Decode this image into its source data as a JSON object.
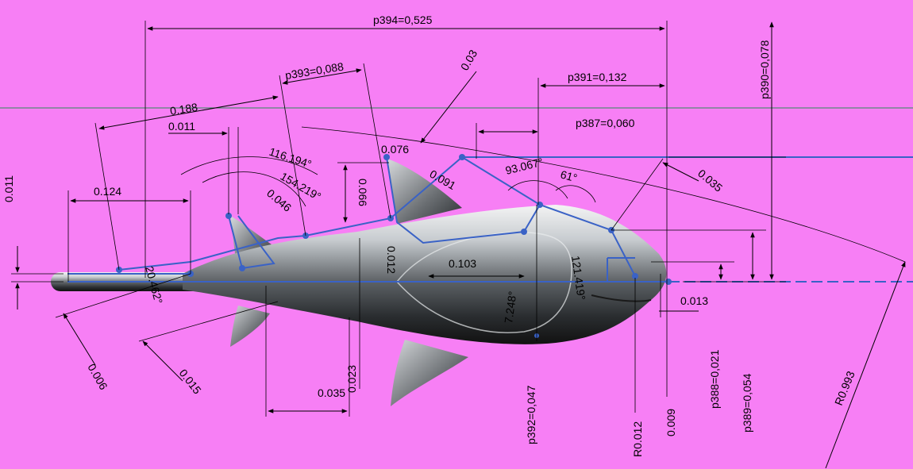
{
  "background_color": "#f77ff5",
  "sketch_color": "#3a62c6",
  "dimensions": {
    "p394": "p394=0,525",
    "p393": "p393=0,088",
    "p391": "p391=0,132",
    "p390": "p390=0,078",
    "p387": "p387=0,060",
    "p388": "p388=0,021",
    "p389": "p389=0,054",
    "p392": "p392=0,047",
    "d_0188": "0.188",
    "d_0011_top": "0.011",
    "d_0011_left": "0.011",
    "d_0124": "0.124",
    "d_003": "0.03",
    "d_0076": "0.076",
    "d_0091": "0.091",
    "d_0066": "0.066",
    "d_0046": "0.046",
    "d_0012": "0.012",
    "d_0103": "0.103",
    "d_0035_right": "0.035",
    "d_0013": "0.013",
    "d_0009": "0.009",
    "d_0006": "0.006",
    "d_0015": "0.015",
    "d_0035_bottom": "0.035",
    "d_0023": "0.023",
    "r_0012": "R0.012",
    "r_0993": "R0.993",
    "a_116": "116.194°",
    "a_154": "154.219°",
    "a_93": "93.067°",
    "a_61": "61°",
    "a_121": "121.419°",
    "a_7": "7.248°",
    "a_20": "20.462°"
  }
}
